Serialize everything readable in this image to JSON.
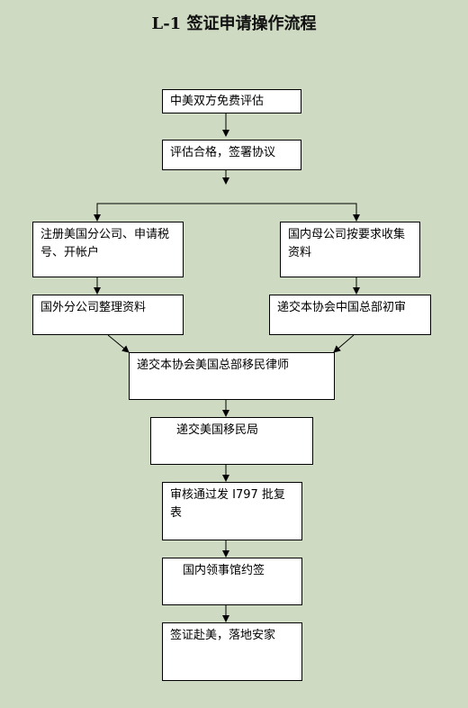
{
  "title": "L-1 签证申请操作流程",
  "steps": {
    "evaluation": "中美双方免费评估",
    "agreement": "评估合格，签署协议",
    "register_us_branch": "注册美国分公司、申请税号、开帐户",
    "parent_company": "国内母公司按要求收集资料",
    "overseas_branch_docs": "国外分公司整理资料",
    "china_hq_review": "递交本协会中国总部初审",
    "us_hq_lawyer": "递交本协会美国总部移民律师",
    "uscis": "递交美国移民局",
    "i797": "审核通过发 I797 批复表",
    "consulate": "国内领事馆约签",
    "visa_settle": "签证赴美，落地安家"
  },
  "colors": {
    "background": "#cfdac3",
    "box_fill": "#ffffff",
    "line": "#000000"
  }
}
